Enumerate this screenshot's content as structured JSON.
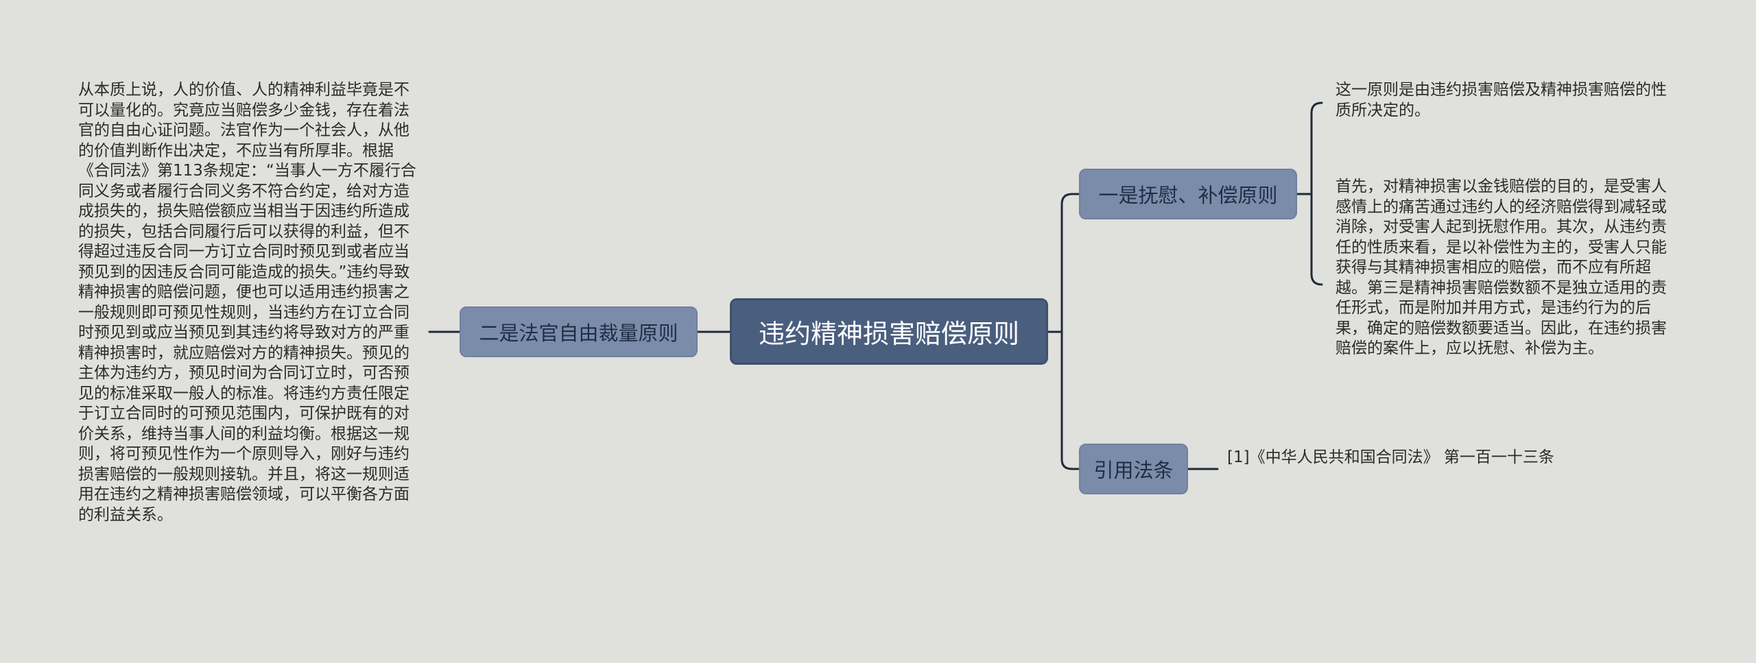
{
  "mindmap": {
    "root": "违约精神损害赔偿原则",
    "left_branch": {
      "label": "二是法官自由裁量原则",
      "detail": "从本质上说，人的价值、人的精神利益毕竟是不可以量化的。究竟应当赔偿多少金钱，存在着法官的自由心证问题。法官作为一个社会人，从他的价值判断作出决定，不应当有所厚非。根据《合同法》第113条规定：“当事人一方不履行合同义务或者履行合同义务不符合约定，给对方造成损失的，损失赔偿额应当相当于因违约所造成的损失，包括合同履行后可以获得的利益，但不得超过违反合同一方订立合同时预见到或者应当预见到的因违反合同可能造成的损失。”违约导致精神损害的赔偿问题，便也可以适用违约损害之一般规则即可预见性规则，当违约方在订立合同时预见到或应当预见到其违约将导致对方的严重精神损害时，就应赔偿对方的精神损失。预见的主体为违约方，预见时间为合同订立时，可否预见的标准采取一般人的标准。将违约方责任限定于订立合同时的可预见范围内，可保护既有的对价关系，维持当事人间的利益均衡。根据这一规则，将可预见性作为一个原则导入，刚好与违约损害赔偿的一般规则接轨。并且，将这一规则适用在违约之精神损害赔偿领域，可以平衡各方面的利益关系。"
    },
    "right_branch_1": {
      "label": "一是抚慰、补偿原则",
      "detail_1": "这一原则是由违约损害赔偿及精神损害赔偿的性质所决定的。",
      "detail_2": "首先，对精神损害以金钱赔偿的目的，是受害人感情上的痛苦通过违约人的经济赔偿得到减轻或消除，对受害人起到抚慰作用。其次，从违约责任的性质来看，是以补偿性为主的，受害人只能获得与其精神损害相应的赔偿，而不应有所超越。第三是精神损害赔偿数额不是独立适用的责任形式，而是附加并用方式，是违约行为的后果，确定的赔偿数额要适当。因此，在违约损害赔偿的案件上，应以抚慰、补偿为主。"
    },
    "right_branch_2": {
      "label": "引用法条",
      "detail": "[1]《中华人民共和国合同法》 第一百一十三条"
    }
  },
  "colors": {
    "background": "#e0e0dc",
    "root_fill": "#4a5e7e",
    "subnode_fill": "#7b8caa",
    "connector": "#1f2a3a"
  }
}
